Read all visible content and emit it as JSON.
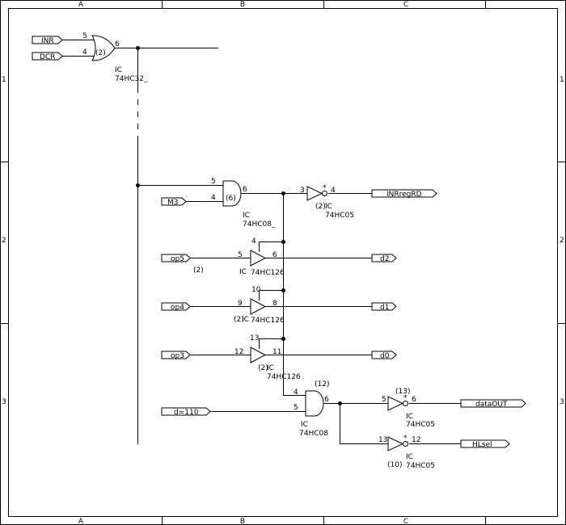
{
  "frame": {
    "columns": [
      "A",
      "B",
      "C"
    ],
    "rows": [
      "1",
      "2",
      "3"
    ]
  },
  "ports_in": {
    "inr": "INR",
    "dcr": "DCR",
    "m3": "M3",
    "op5": "op5",
    "op4": "op4",
    "op3": "op3",
    "d110": "d=110"
  },
  "ports_out": {
    "inrregrd": "INRregRD",
    "d2": "d2",
    "d1": "d1",
    "d0": "d0",
    "dataout": "dataOUT",
    "hlsel": "HLsel"
  },
  "gates": {
    "or1": {
      "ref": "IC",
      "part": "74HC32_",
      "unit": "(2)",
      "pins": [
        "5",
        "4",
        "6"
      ]
    },
    "and1": {
      "ref": "IC",
      "part": "74HC08_",
      "unit": "(6)",
      "pins": [
        "5",
        "4",
        "6"
      ]
    },
    "inv1": {
      "ref": "IC",
      "part": "74HC05",
      "unit": "(2)",
      "pins": [
        "3",
        "4"
      ],
      "mark": "*"
    },
    "buf5": {
      "ref": "IC",
      "part": "74HC126",
      "unit": "(2)",
      "pins": [
        "5",
        "4",
        "6"
      ]
    },
    "buf4": {
      "ref": "IC",
      "part": "74HC126",
      "unit": "(2)",
      "pins": [
        "9",
        "10",
        "8"
      ]
    },
    "buf3": {
      "ref": "IC",
      "part": "74HC126",
      "unit": "(2)",
      "pins": [
        "12",
        "13",
        "11"
      ]
    },
    "and2": {
      "ref": "IC",
      "part": "74HC08",
      "unit": "(12)",
      "pins": [
        "4",
        "5",
        "6"
      ]
    },
    "inv2": {
      "ref": "IC",
      "part": "74HC05",
      "unit": "(13)",
      "pins": [
        "5",
        "6"
      ],
      "mark": "*"
    },
    "inv3": {
      "ref": "IC",
      "part": "74HC05",
      "unit": "(10)",
      "pins": [
        "13",
        "12"
      ],
      "mark": "*"
    }
  }
}
